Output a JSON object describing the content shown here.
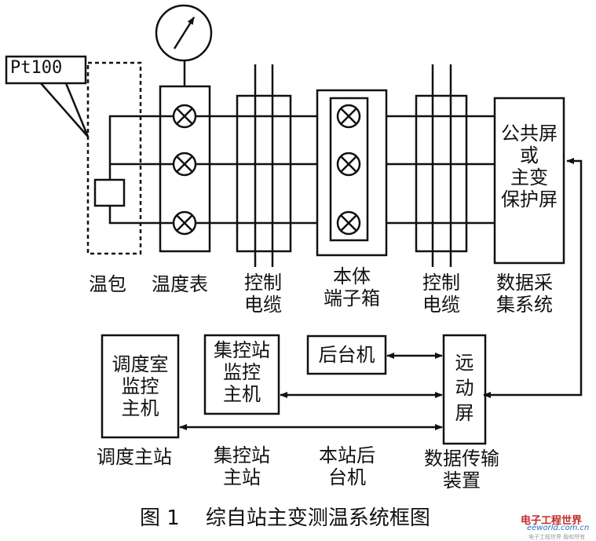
{
  "top": {
    "sensor_callout": "Pt100",
    "temp_bulb": "温包",
    "temp_meter": "温度表",
    "control_cable_1": [
      "控制",
      "电缆"
    ],
    "terminal_box": [
      "本体",
      "端子箱"
    ],
    "control_cable_2": [
      "控制",
      "电缆"
    ],
    "protection_panel": [
      "公共屏",
      "或",
      "主变",
      "保护屏"
    ],
    "data_acq": [
      "数据采",
      "集系统"
    ]
  },
  "bottom": {
    "dispatch_host": [
      "调度室",
      "监控",
      "主机"
    ],
    "central_host": [
      "集控站",
      "监控",
      "主机"
    ],
    "backend_pc": "后台机",
    "rtu_panel": [
      "远",
      "动",
      "屏"
    ],
    "dispatch_station": "调度主站",
    "central_station": [
      "集控站",
      "主站"
    ],
    "local_backend": [
      "本站后",
      "台机"
    ],
    "transmission": [
      "数据传输",
      "装置"
    ]
  },
  "caption": "图 1    综自站主变测温系统框图",
  "watermark": {
    "main": "电子工程世界",
    "sub": "eeworld.com.cn",
    "tiny": "电子工程世界 版权所有"
  },
  "colors": {
    "line": "#111111",
    "watermark_red": "#c42a2a",
    "watermark_blue": "#2a6fb8"
  }
}
